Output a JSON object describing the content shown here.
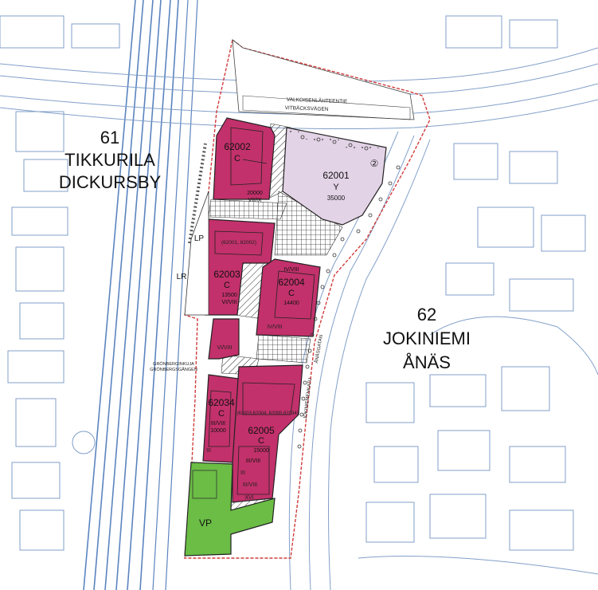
{
  "colors": {
    "commercial_block": "#c2316b",
    "public_block": "#e3d3e6",
    "park": "#6bbd45",
    "plan_boundary": "#d23b3b",
    "base_map_lines": "#6c8fc0",
    "rail_lines": "#3f6fb5",
    "hatch": "#2b2b2b"
  },
  "districts": [
    {
      "id": "tikkurila",
      "number": "61",
      "name_fi": "TIKKURILA",
      "name_sv": "DICKURSBY"
    },
    {
      "id": "jokiniemi",
      "number": "62",
      "name_fi": "JOKINIEMI",
      "name_sv": "ÅNÄS"
    }
  ],
  "blocks": [
    {
      "id": "62001",
      "use": "Y",
      "area": "35000",
      "floors": ""
    },
    {
      "id": "62002",
      "use": "C",
      "area": "20000",
      "floors": "VII/IX"
    },
    {
      "id": "62003",
      "use": "C",
      "area": "13500",
      "floors": "VI/VIII"
    },
    {
      "id": "62004",
      "use": "C",
      "area": "14400",
      "floors": "IV/VIII"
    },
    {
      "id": "62034",
      "use": "C",
      "area": "10000",
      "floors": "III/VIII"
    },
    {
      "id": "62005",
      "use": "C",
      "area": "15000",
      "floors": "III/VIII"
    }
  ],
  "zones": {
    "park": "VP",
    "parking_1": "LP",
    "rail": "LR"
  },
  "notes": {
    "lp_blocks": "(62001, 62002)",
    "block_refs": "(62003,62004, 62005,62034)",
    "floors_a": "IV/VIII",
    "floors_b": "IV/VIII",
    "floors_c": "VI/VIII",
    "floors_d": "III",
    "floors_e": "III/VIII",
    "floors_f": "XVI",
    "floors_g": "III",
    "circle_2": "②"
  },
  "streets": {
    "valkoisenlahteentie": "VALKOISENLÄHTEENTIE",
    "vitbacksvagen": "VITBÄCKSVÄGEN",
    "gronberginkuja": "GRÖNBERGINKUJA",
    "gronbergsgangen": "GRÖNBERGSGÅNGEN",
    "anasgatan": "ÅNÄSGATAN",
    "jokiniemenkatu": "JOKINIEMENKATU"
  }
}
